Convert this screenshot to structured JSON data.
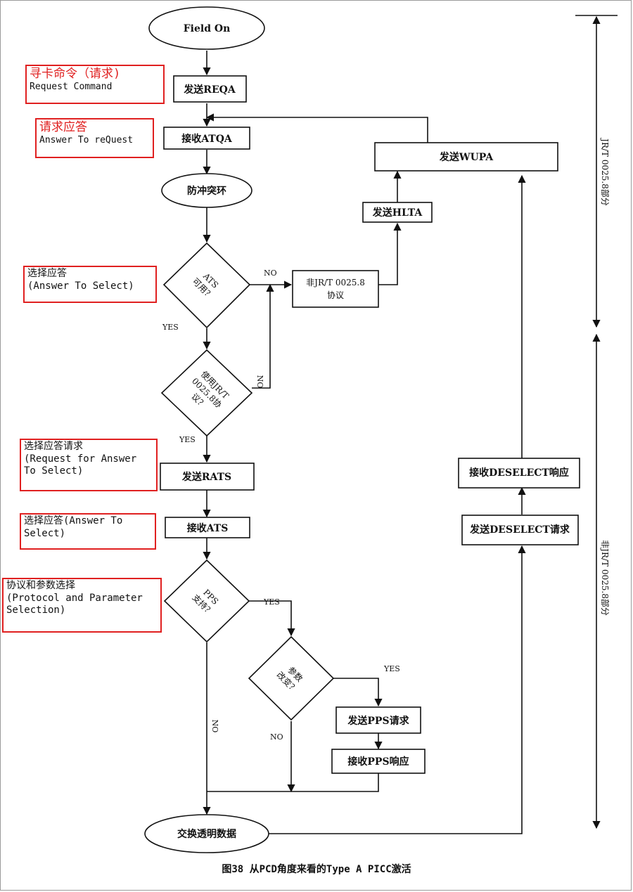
{
  "diagram": {
    "start": "Field On",
    "send_reqa": "发送REQA",
    "recv_atqa": "接收ATQA",
    "anticollision": "防冲突环",
    "send_wupa": "发送WUPA",
    "send_hlta": "发送HLTA",
    "non_protocol_line1": "非JR/T 0025.8",
    "non_protocol_line2": "协议",
    "ats_decision_line1": "ATS",
    "ats_decision_line2": "可用？",
    "use_protocol_line1": "使用JR/T",
    "use_protocol_line2": "0025.8协",
    "use_protocol_line3": "议？",
    "send_rats": "发送RATS",
    "recv_ats": "接收ATS",
    "pps_decision_line1": "PPS",
    "pps_decision_line2": "支持？",
    "param_decision_line1": "参数",
    "param_decision_line2": "改变？",
    "send_pps": "发送PPS请求",
    "recv_pps": "接收PPS响应",
    "exchange": "交换透明数据",
    "recv_deselect": "接收DESELECT响应",
    "send_deselect": "发送DESELECT请求",
    "label_no_ats": "NO",
    "label_yes_ats": "YES",
    "label_no_protocol": "NO",
    "label_yes_protocol": "YES",
    "label_yes_pps": "YES",
    "label_no_pps": "NO",
    "label_yes_param": "YES",
    "label_no_param": "NO",
    "side_label_top": "JR/T 0025.8部分",
    "side_label_bottom": "非JR/T 0025.8部分"
  },
  "annotations": [
    {
      "zh": "寻卡命令（请求)",
      "en": "Request Command"
    },
    {
      "zh": "请求应答",
      "en": "Answer To reQuest"
    },
    {
      "zh": "选择应答",
      "en": "(Answer To Select)"
    },
    {
      "zh": "选择应答请求",
      "en": "(Request for Answer\nTo Select)"
    },
    {
      "zh": "选择应答(Answer To",
      "en": "Select)"
    },
    {
      "zh": "协议和参数选择",
      "en": "(Protocol and Parameter\nSelection)"
    }
  ],
  "caption": "图38  从PCD角度来看的Type A PICC激活",
  "colors": {
    "line": "#111111",
    "annotation_border": "#e02020",
    "annotation_title": "#e02020"
  }
}
